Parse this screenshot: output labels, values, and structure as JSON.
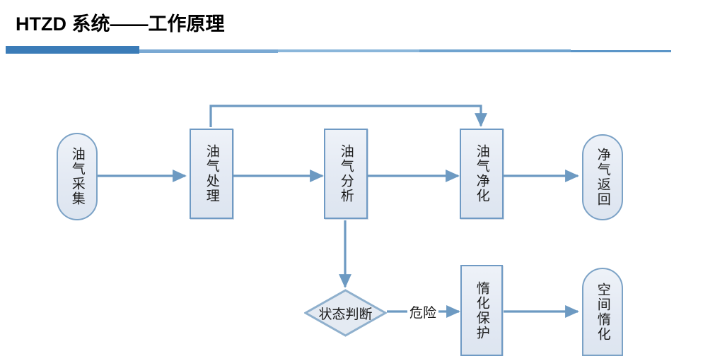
{
  "slide": {
    "title": "HTZD 系统——工作原理",
    "accent_dark": "#3b7cb8",
    "accent_light": "#7aa9d3"
  },
  "diagram": {
    "node_fill": "#e4eaf2",
    "node_border": "#6f9ac4",
    "edge_color": "#6d9ac2",
    "nodes": [
      {
        "id": "collect",
        "label": "油气采集",
        "shape": "stadium"
      },
      {
        "id": "treat",
        "label": "油气处理",
        "shape": "rect"
      },
      {
        "id": "analyze",
        "label": "油气分析",
        "shape": "rect"
      },
      {
        "id": "purify",
        "label": "油气净化",
        "shape": "rect"
      },
      {
        "id": "return",
        "label": "净气返回",
        "shape": "stadium"
      },
      {
        "id": "decide",
        "label": "状态判断",
        "shape": "diamond"
      },
      {
        "id": "inert",
        "label": "惰化保护",
        "shape": "rect"
      },
      {
        "id": "spaceinert",
        "label": "空间惰化",
        "shape": "stadium"
      }
    ],
    "edge_labels": [
      {
        "id": "danger",
        "label": "危险"
      }
    ]
  }
}
